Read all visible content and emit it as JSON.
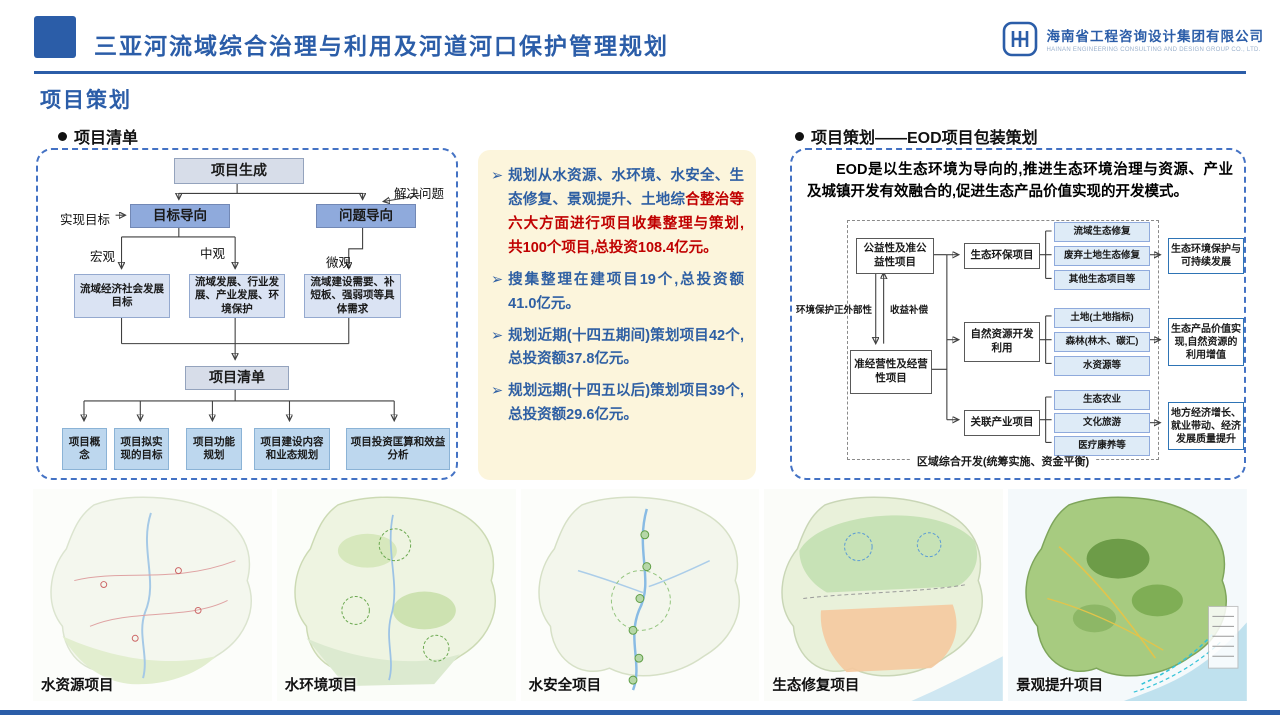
{
  "theme": {
    "accent": "#2b5da8",
    "note_blue": "#2e5fa3",
    "note_red": "#c00000",
    "note_bg": "#fcf5dc",
    "box_blue_light": "#bdd7ee",
    "box_blue_mid": "#8faadc"
  },
  "header": {
    "title": "三亚河流域综合治理与利用及河道河口保护管理规划",
    "logo": {
      "company": "海南省工程咨询设计集团有限公司",
      "company_en": "HAINAN ENGINEERING CONSULTING AND DESIGN GROUP CO., LTD."
    }
  },
  "section_title": "项目策划",
  "left_panel": {
    "heading": "项目清单",
    "flow": {
      "top_box": "项目生成",
      "goal_box": "目标导向",
      "problem_box": "问题导向",
      "label_realize": "实现目标",
      "label_solve": "解决问题",
      "label_macro": "宏观",
      "label_meso": "中观",
      "label_micro": "微观",
      "mid_boxes": [
        "流域经济社会发展目标",
        "流域发展、行业发展、产业发展、环境保护",
        "流域建设需要、补短板、强弱项等具体需求"
      ],
      "list_box": "项目清单",
      "bottom_boxes": [
        "项目概念",
        "项目拟实现的目标",
        "项目功能规划",
        "项目建设内容和业态规划",
        "项目投资匡算和效益分析"
      ]
    },
    "notes": {
      "marker": "➢",
      "items": [
        {
          "parts": [
            {
              "text": "规划从水资源、水环境、水安全、生态修复、景观提升、土地综",
              "color": "#2e5fa3"
            },
            {
              "text": "合整治等六大方面进行项目收集整理与策划,共100个项目,总投资108.4亿元。",
              "color": "#c00000"
            }
          ]
        },
        {
          "parts": [
            {
              "text": "搜集整理在建项目19个,总投资额41.0亿元。",
              "color": "#2e5fa3"
            }
          ]
        },
        {
          "parts": [
            {
              "text": "规划近期(十四五期间)策划项目42个,总投资额37.8亿元。",
              "color": "#2e5fa3"
            }
          ]
        },
        {
          "parts": [
            {
              "text": "规划远期(十四五以后)策划项目39个,总投资额29.6亿元。",
              "color": "#2e5fa3"
            }
          ]
        }
      ]
    }
  },
  "right_panel": {
    "heading": "项目策划——EOD项目包装策划",
    "intro": "EOD是以生态环境为导向的,推进生态环境治理与资源、产业及城镇开发有效融合的,促进生态产品价值实现的开发模式。",
    "diagram": {
      "source_boxes": [
        "公益性及准公益性项目",
        "准经营性及经营性项目"
      ],
      "exchange_labels": [
        "环境保护正外部性",
        "收益补偿"
      ],
      "groups": [
        {
          "title": "生态环保项目",
          "items": [
            "流域生态修复",
            "废弃土地生态修复",
            "其他生态项目等"
          ]
        },
        {
          "title": "自然资源开发利用",
          "items": [
            "土地(土地指标)",
            "森林(林木、碳汇)",
            "水资源等"
          ]
        },
        {
          "title": "关联产业项目",
          "items": [
            "生态农业",
            "文化旅游",
            "医疗康养等"
          ]
        }
      ],
      "outcomes": [
        "生态环境保护与可持续发展",
        "生态产品价值实现,自然资源的利用增值",
        "地方经济增长、就业带动、经济发展质量提升"
      ],
      "footer": "区域综合开发(统筹实施、资金平衡)"
    }
  },
  "maps": [
    {
      "label": "水资源项目"
    },
    {
      "label": "水环境项目"
    },
    {
      "label": "水安全项目"
    },
    {
      "label": "生态修复项目"
    },
    {
      "label": "景观提升项目"
    }
  ]
}
